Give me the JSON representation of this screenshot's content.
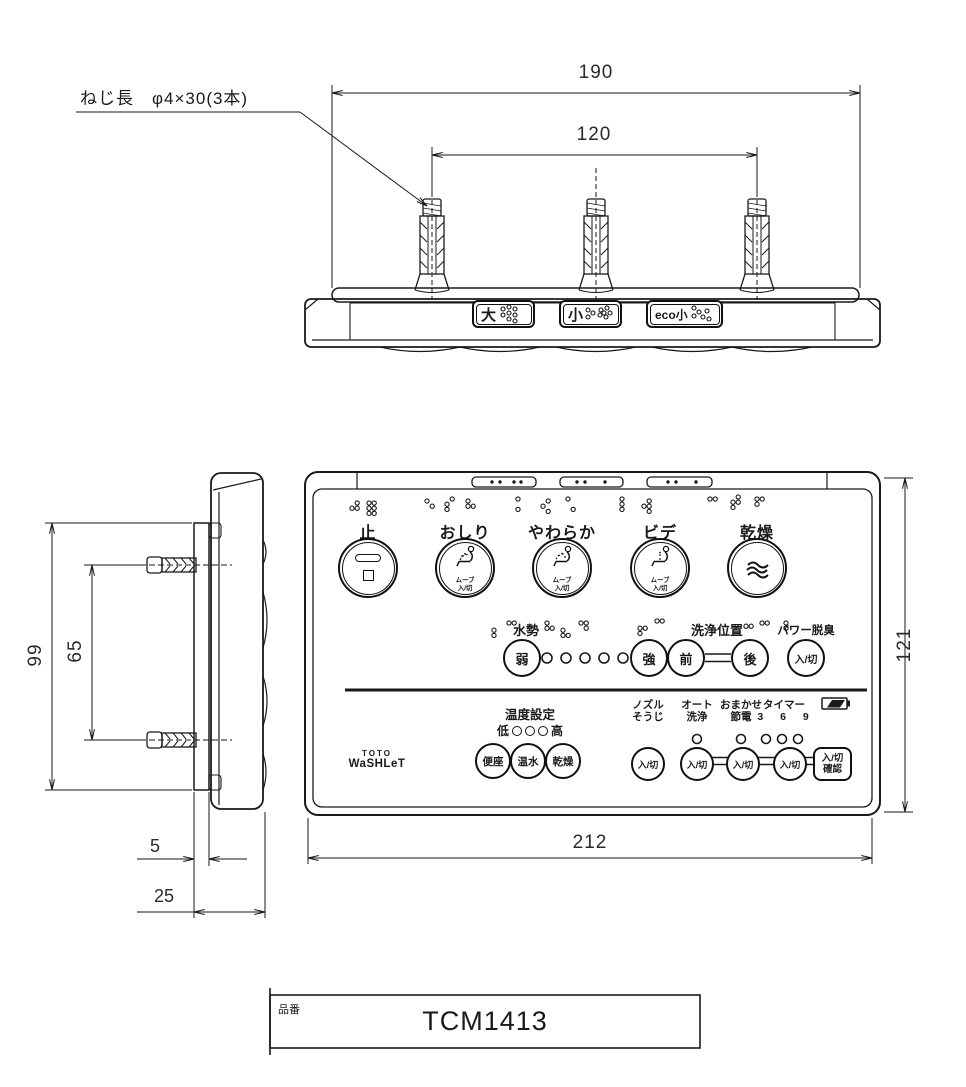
{
  "note": {
    "screw_spec": "ねじ長　φ4×30(3本)"
  },
  "dimensions": {
    "plate_width": "190",
    "screw_pitch": "120",
    "body_width": "212",
    "body_height": "121",
    "bracket_height": "99",
    "screw_pitch_side": "65",
    "bracket_depth": "5",
    "body_depth": "25"
  },
  "top_view": {
    "buttons": [
      {
        "label": "大"
      },
      {
        "label": "小"
      },
      {
        "label": "eco小"
      }
    ]
  },
  "remote": {
    "logo": {
      "brand": "TOTO",
      "product": "WaSHLeT"
    },
    "main_buttons": [
      {
        "label": "止"
      },
      {
        "label": "おしり",
        "sub1": "ムーブ",
        "sub2": "入/切"
      },
      {
        "label": "やわらか",
        "sub1": "ムーブ",
        "sub2": "入/切"
      },
      {
        "label": "ビデ",
        "sub1": "ムーブ",
        "sub2": "入/切"
      },
      {
        "label": "乾燥"
      }
    ],
    "water_pressure": {
      "title": "水勢",
      "weak": "弱",
      "strong": "強"
    },
    "wash_position": {
      "title": "洗浄位置",
      "front": "前",
      "back": "後"
    },
    "deodorizer": {
      "title": "パワー脱臭",
      "button": "入/切"
    },
    "temperature": {
      "title": "温度設定",
      "low": "低",
      "high": "高",
      "seat": "便座",
      "water": "温水",
      "dry": "乾燥"
    },
    "functions": [
      {
        "line1": "ノズル",
        "line2": "そうじ",
        "button": "入/切"
      },
      {
        "line1": "オート",
        "line2": "洗浄",
        "button": "入/切"
      },
      {
        "line1": "おまかせ",
        "line2": "節電",
        "button": "入/切"
      },
      {
        "line1": "タイマー",
        "line2": "3 6 9",
        "button": "入/切"
      }
    ],
    "confirm_button": {
      "line1": "入/切",
      "line2": "確認"
    }
  },
  "title_block": {
    "label": "品番",
    "part_number": "TCM1413"
  }
}
